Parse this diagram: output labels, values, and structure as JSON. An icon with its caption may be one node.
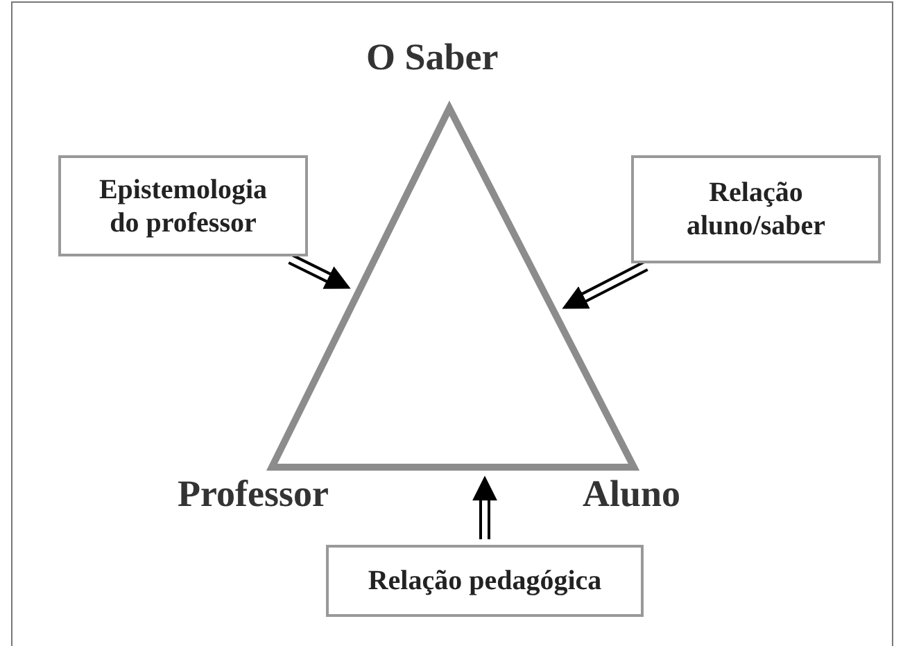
{
  "diagram": {
    "nodes": [
      {
        "text": [
          "Epistemologia do professor"
        ]
      },
      {
        "text": [
          "Relação aluno/saber"
        ]
      },
      {
        "text": [
          "Relação pedagógica"
        ]
      },
      {
        "text": [],
        "shape": "triangle",
        "beside": [
          "O Saber",
          "Professor",
          "Aluno"
        ]
      }
    ],
    "edges": [
      {
        "from": 0,
        "to": 3,
        "arrow": "to"
      },
      {
        "from": 1,
        "to": 3,
        "arrow": "to"
      },
      {
        "from": 2,
        "to": 3,
        "arrow": "to"
      }
    ]
  }
}
